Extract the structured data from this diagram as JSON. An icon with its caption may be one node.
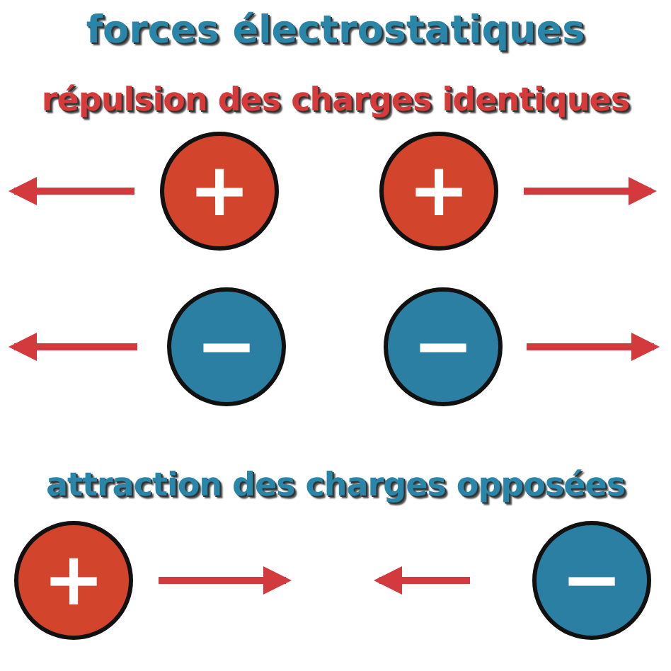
{
  "diagram": {
    "title": "forces électrostatiques",
    "nodes": [
      {
        "text": [
          "+"
        ]
      },
      {
        "text": [
          "+"
        ]
      },
      {
        "text": [
          "−"
        ]
      },
      {
        "text": [
          "−"
        ]
      },
      {
        "text": [
          "+"
        ]
      },
      {
        "text": [
          "−"
        ]
      }
    ],
    "labels": [
      "répulsion des charges identiques",
      "attraction des charges opposées"
    ]
  }
}
